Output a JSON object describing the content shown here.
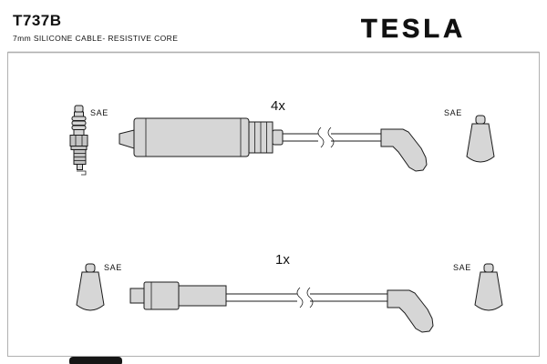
{
  "header": {
    "part_number": "T737B",
    "subtitle": "7mm SILICONE CABLE- RESISTIVE CORE",
    "brand": "TESLA"
  },
  "diagram": {
    "rows": [
      {
        "qty_label": "4x",
        "left_label": "SAE",
        "right_label": "SAE"
      },
      {
        "qty_label": "1x",
        "left_label": "SAE",
        "right_label": "SAE"
      }
    ]
  },
  "colors": {
    "background": "#ffffff",
    "part_fill": "#d6d6d6",
    "outline": "#1b1b1b",
    "brand_fill": "#101010"
  }
}
